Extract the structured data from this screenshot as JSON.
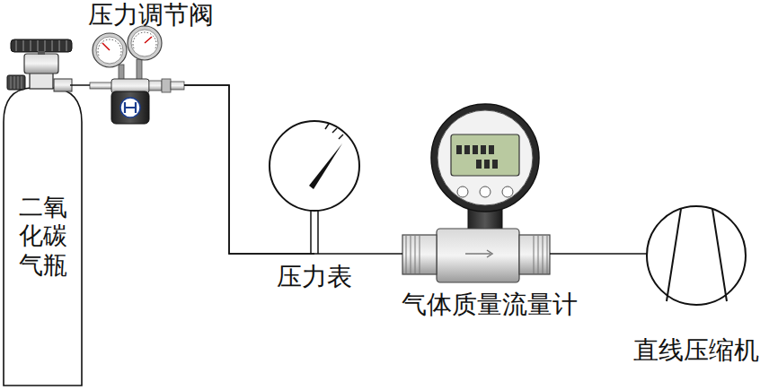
{
  "diagram": {
    "nodes": [
      {
        "text": [
          "二氧化碳气瓶"
        ]
      },
      {
        "text": [
          "压力调节阀"
        ]
      },
      {
        "text": [
          "压力表"
        ]
      },
      {
        "text": [
          "气体质量流量计"
        ]
      },
      {
        "text": [
          "直线压缩机"
        ]
      }
    ],
    "edges": [
      {
        "from": 0,
        "to": 1,
        "arrow": "none"
      },
      {
        "from": 1,
        "to": 2,
        "arrow": "none"
      },
      {
        "from": 1,
        "to": 3,
        "arrow": "none"
      },
      {
        "from": 3,
        "to": 4,
        "arrow": "none"
      }
    ]
  }
}
